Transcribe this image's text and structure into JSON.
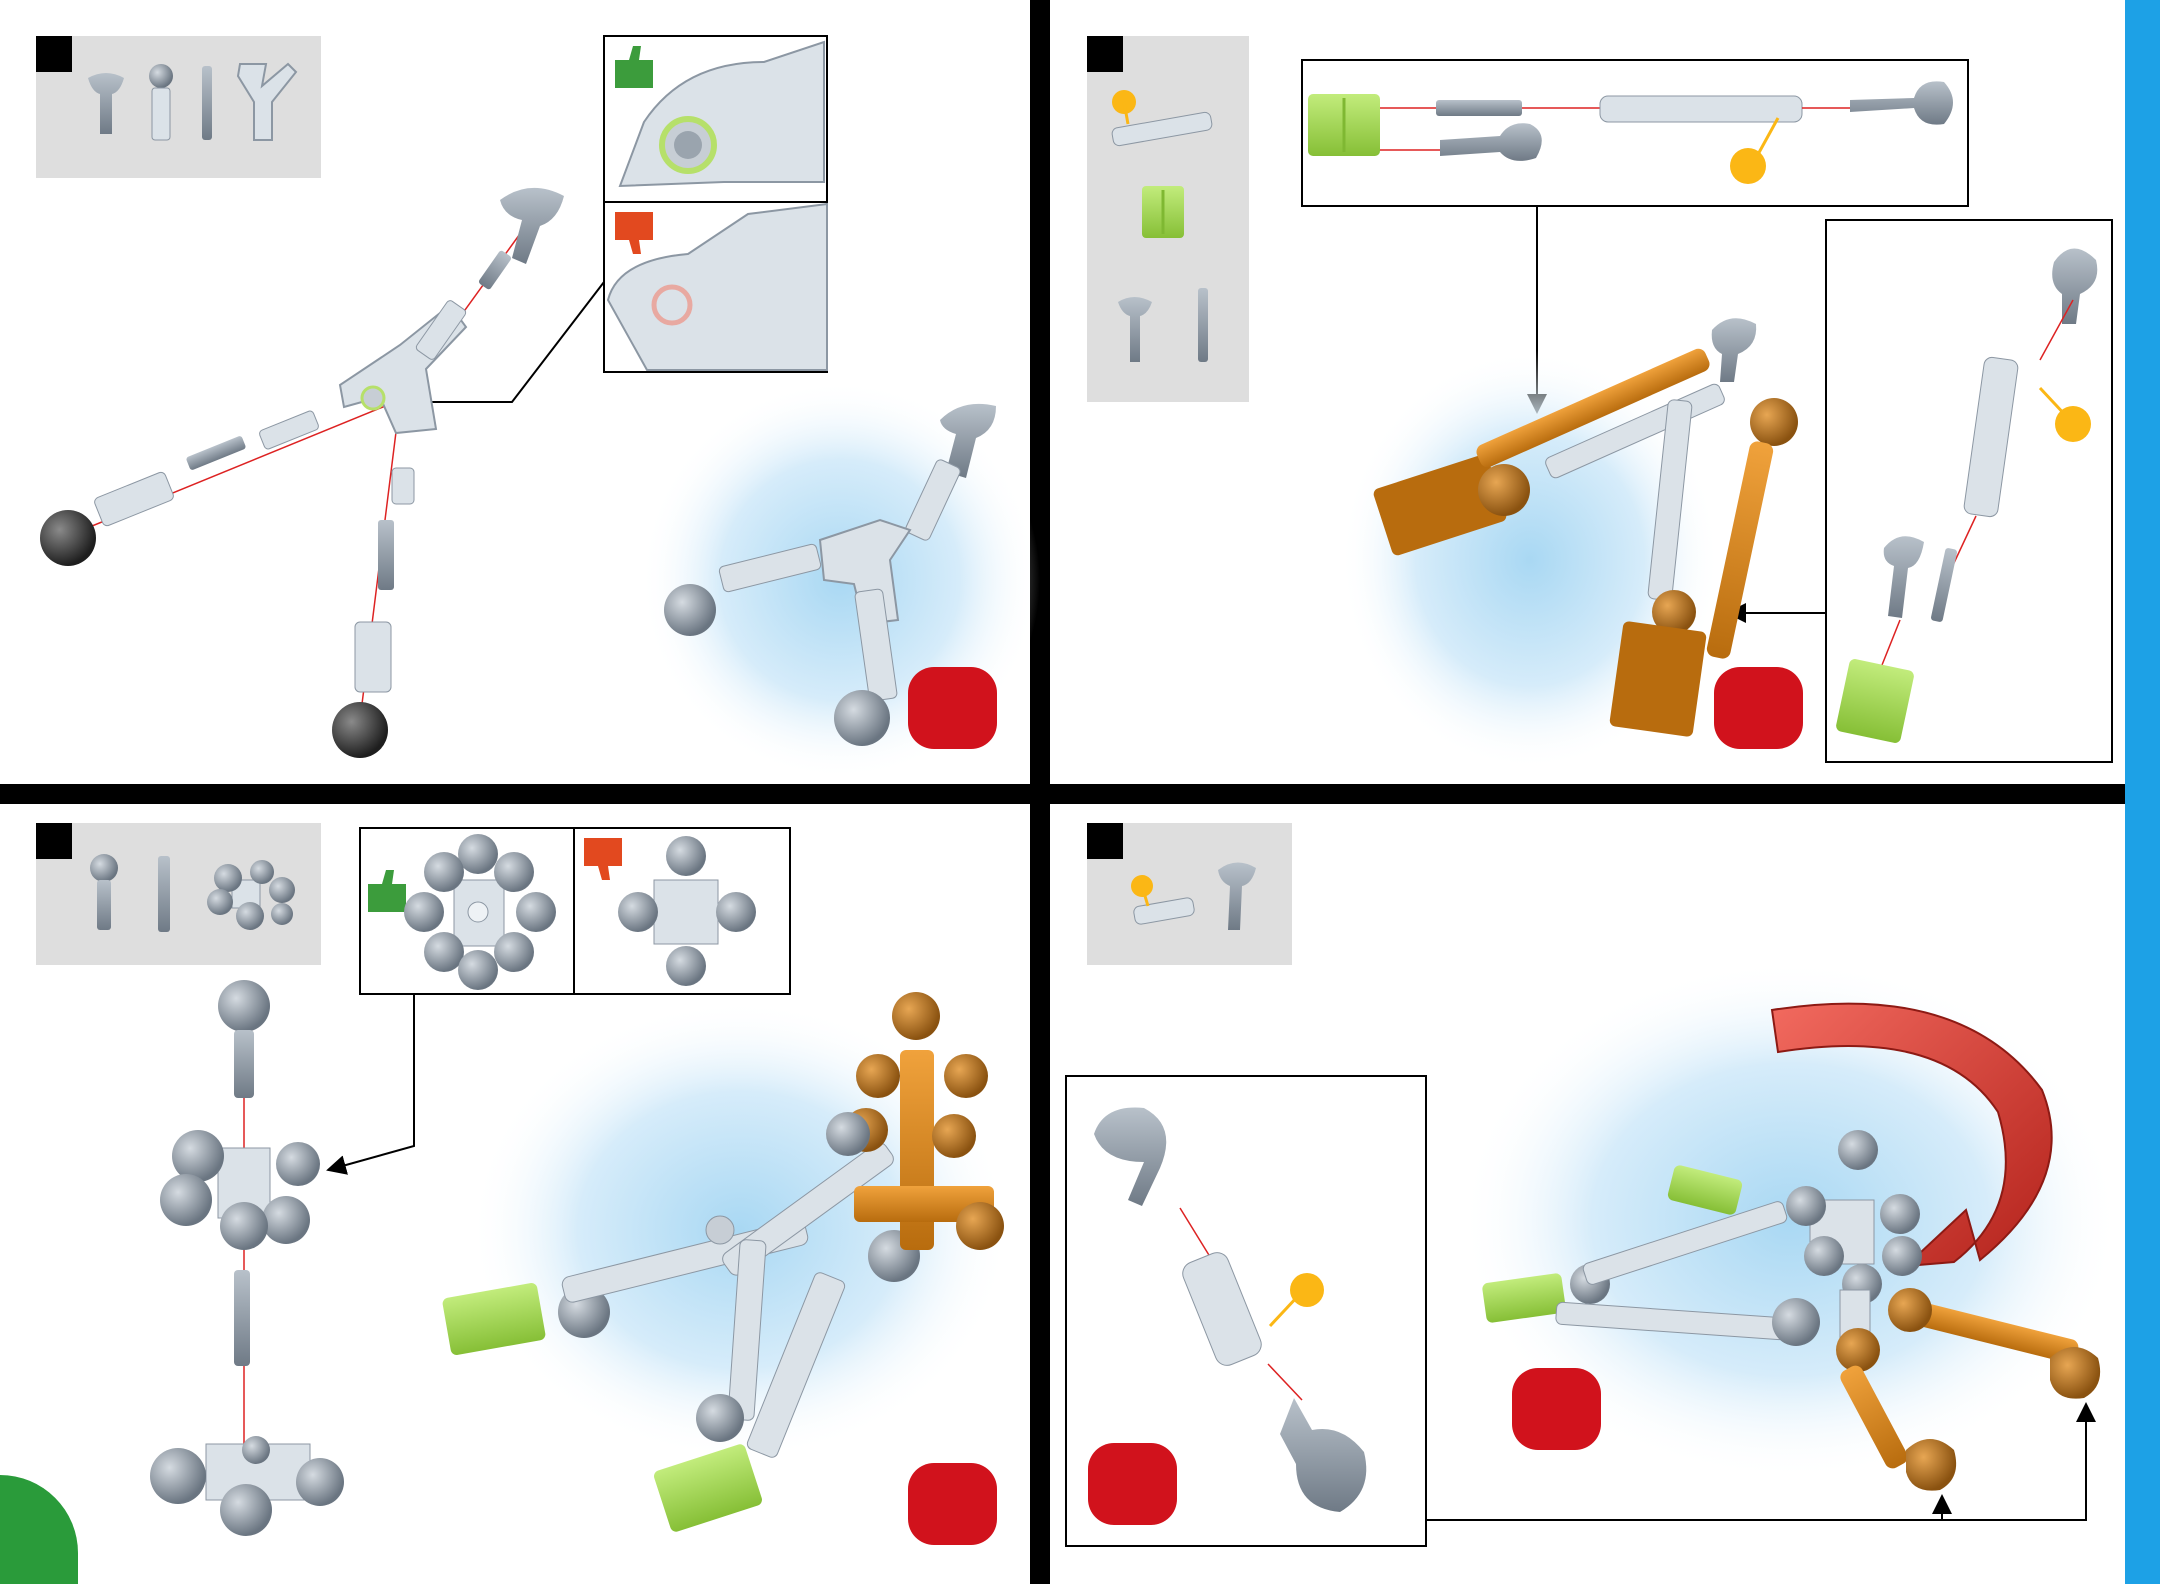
{
  "colors": {
    "divider": "#000000",
    "side_stripe": "#1da1e6",
    "corner_tab": "#2a9b3a",
    "step_badge": "#d1121c",
    "parts_panel": "#dedede",
    "part_gray": "#8c97a3",
    "part_light": "#dbe2e8",
    "connector_orange": "#d9861c",
    "block_green": "#9ed64a",
    "callout_yellow": "#fbb715",
    "glow_blue": "#bfe3f7",
    "thumb_up": "#3c9c3c",
    "thumb_down": "#e2491f",
    "rotation_arrow": "#d93a32"
  },
  "steps": [
    {
      "id": "step-a",
      "parts": [
        "claw-connector",
        "ball-joint",
        "rod-pin",
        "y-hub"
      ],
      "callouts": [
        "thumbs-up-icon",
        "thumbs-down-icon"
      ]
    },
    {
      "id": "step-b",
      "parts": [
        "tube-with-marker",
        "green-block",
        "claw-connector",
        "rod-pin"
      ],
      "callouts": [
        "yellow-marker-callout"
      ]
    },
    {
      "id": "step-c",
      "parts": [
        "ball-joint",
        "rod-pin",
        "multi-ball-hub"
      ],
      "callouts": [
        "thumbs-up-icon",
        "thumbs-down-icon"
      ]
    },
    {
      "id": "step-d",
      "parts": [
        "tube-with-marker",
        "claw-connector"
      ],
      "callouts": [
        "rotation-arrow-icon"
      ]
    }
  ]
}
